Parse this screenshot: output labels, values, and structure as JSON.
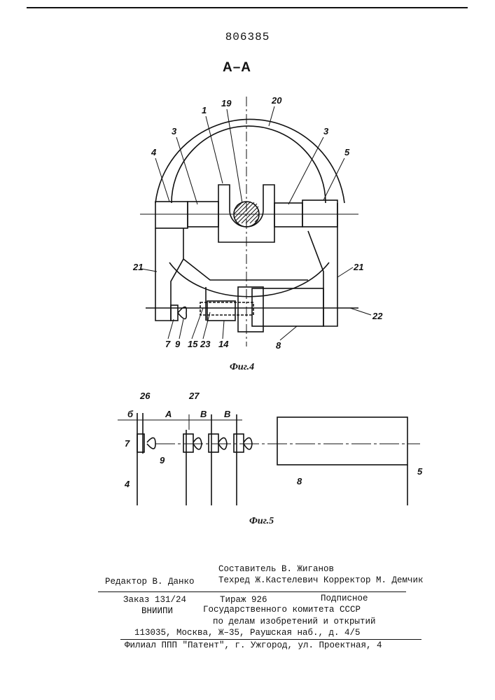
{
  "header": {
    "patent_number": "806385",
    "section_title": "А–А"
  },
  "figure4": {
    "caption": "Фиг.4",
    "labels": {
      "l1": "1",
      "l19": "19",
      "l20": "20",
      "l3a": "3",
      "l3b": "3",
      "l4": "4",
      "l5": "5",
      "l21a": "21",
      "l21b": "21",
      "l22": "22",
      "l7": "7",
      "l9": "9",
      "l15": "15",
      "l23": "23",
      "l14": "14",
      "l8": "8"
    }
  },
  "figure5": {
    "caption": "Фиг.5",
    "labels": {
      "l26": "26",
      "l27": "27",
      "lb": "б",
      "lA": "А",
      "lB1": "В",
      "lB2": "В",
      "l7": "7",
      "l9": "9",
      "l4": "4",
      "l8": "8",
      "l5": "5"
    }
  },
  "imprint": {
    "compiler": "Составитель В. Жиганов",
    "editor": "Редактор В. Данко",
    "techred_corrector": "Техред Ж.Кастелевич  Корректор М. Демчик",
    "order": "Заказ 131/24",
    "circulation": "Тираж  926",
    "subscription": "Подписное",
    "org": "ВНИИПИ",
    "committee": "Государственного комитета СССР",
    "committee2": "по делам изобретений и открытий",
    "address": "113035, Москва, Ж–35, Раушская наб., д. 4/5",
    "branch": "Филиал ППП \"Патент\", г. Ужгород, ул. Проектная, 4"
  }
}
